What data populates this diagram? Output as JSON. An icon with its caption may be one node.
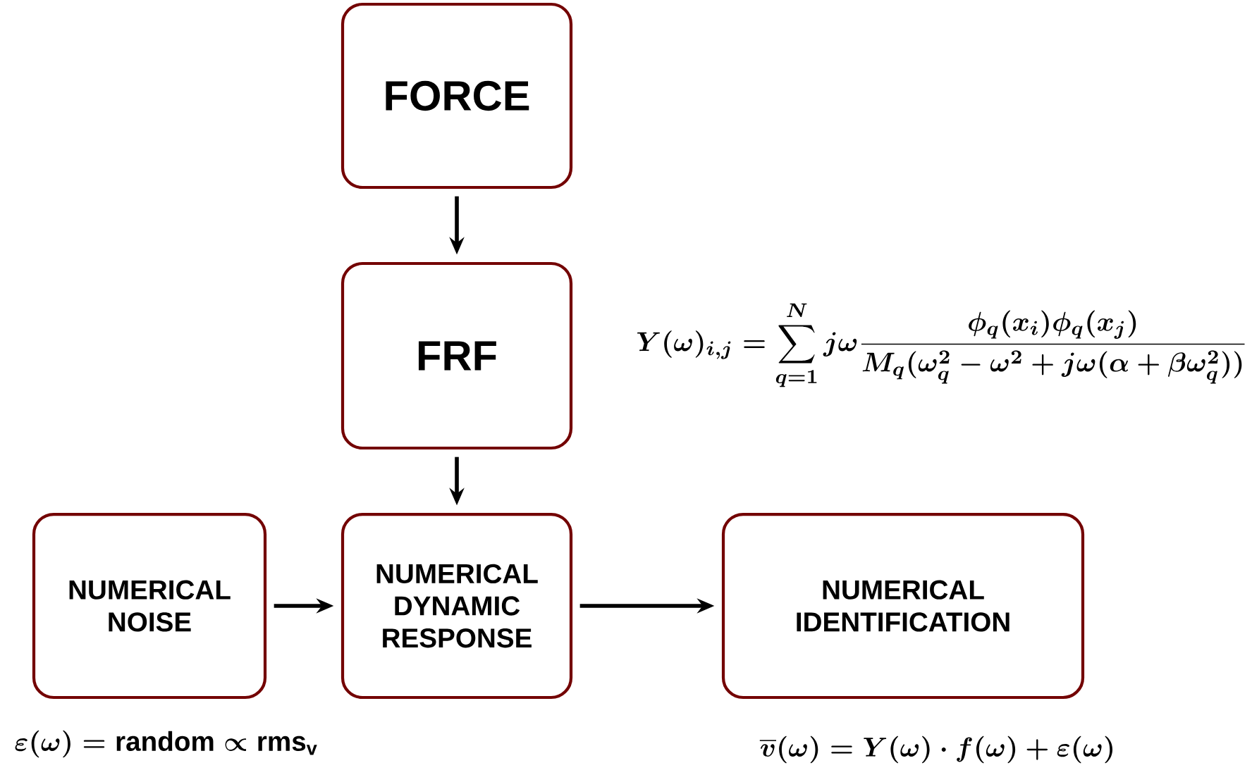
{
  "diagram": {
    "nodes": [
      {
        "text": [
          "FORCE"
        ]
      },
      {
        "text": [
          "FRF"
        ],
        "beside": [
          "Y(\\omega)_{i,j}=\\sum_{q=1}^{N} j\\omega\\frac{\\phi_q(x_i)\\phi_q(x_j)}{M_q(\\omega_q^2-\\omega^2+j\\omega(\\alpha+\\beta\\omega_q^2))}"
        ]
      },
      {
        "text": [
          "NUMERICAL NOISE"
        ],
        "beside": [
          "\\varepsilon(\\omega)=\\mathrm{random}\\propto\\mathrm{rms}_{\\mathrm{v}}"
        ]
      },
      {
        "text": [
          "NUMERICAL DYNAMIC RESPONSE"
        ]
      },
      {
        "text": [
          "NUMERICAL IDENTIFICATION"
        ],
        "beside": [
          "\\overline{v}(\\omega)=Y(\\omega)\\cdot f(\\omega)+\\varepsilon(\\omega)"
        ]
      }
    ],
    "edges": [
      {
        "from": 0,
        "to": 1,
        "arrow": "to"
      },
      {
        "from": 1,
        "to": 3,
        "arrow": "to"
      },
      {
        "from": 2,
        "to": 3,
        "arrow": "to"
      },
      {
        "from": 3,
        "to": 4,
        "arrow": "to"
      }
    ]
  }
}
